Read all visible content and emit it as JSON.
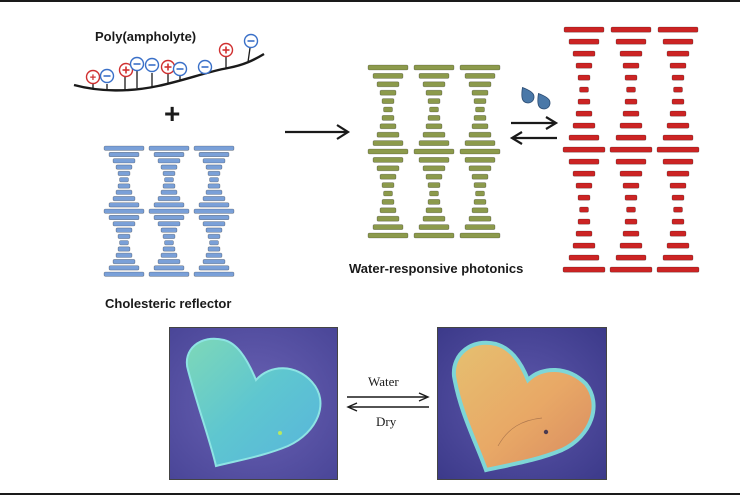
{
  "figure": {
    "polymer_label": "Poly(ampholyte)",
    "plus_sign": "+",
    "reflector_label": "Cholesteric reflector",
    "photonics_label": "Water-responsive photonics",
    "water_label": "Water",
    "dry_label": "Dry",
    "charge_positive": "+",
    "charge_negative": "−"
  },
  "colors": {
    "blue_mesogen": "#7aa0d8",
    "green_mesogen": "#8c9a4c",
    "red_mesogen": "#cc2424",
    "positive_charge": "#d03030",
    "negative_charge": "#3a70c8",
    "water_drop": "#4a78a8",
    "photo_background": "#5a56a8",
    "dry_heart": "#5ec8c8",
    "wet_heart": "#e8a866"
  }
}
